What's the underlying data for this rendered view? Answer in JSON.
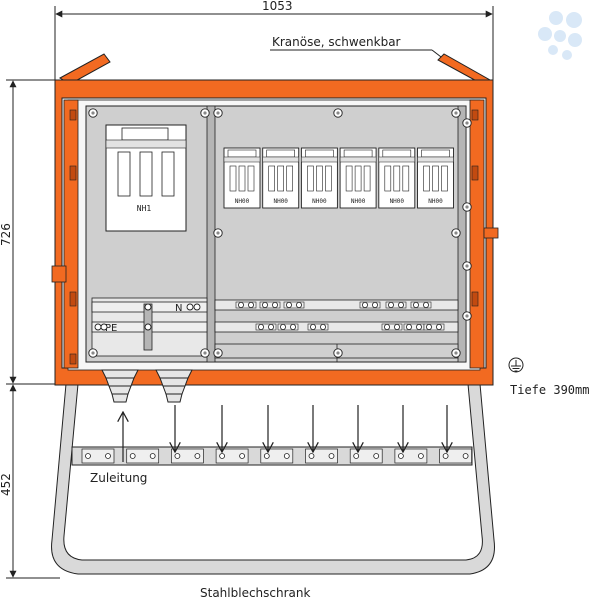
{
  "dimensions": {
    "width_label": "1053",
    "height_label": "726",
    "stand_height_label": "452"
  },
  "labels": {
    "crane_eye": "Kranöse, schwenkbar",
    "depth": "Tiefe 390mm",
    "feed": "Zuleitung",
    "product": "Stahlblechschrank",
    "main_fuse": "NH1",
    "neutral": "N",
    "protective_earth": "PE"
  },
  "fuses": [
    "NH00",
    "NH00",
    "NH00",
    "NH00",
    "NH00",
    "NH00"
  ],
  "colors": {
    "frame": "#f26a21",
    "frame_dark": "#c24a10",
    "line": "#222222",
    "panel_gray": "#cfcfcf",
    "panel_gray_dark": "#b5b5b5",
    "stand_gray": "#d9d9d9",
    "logo": "#d9e8f7"
  },
  "icons": [
    "earth-ground-icon",
    "logo-drops-icon"
  ]
}
